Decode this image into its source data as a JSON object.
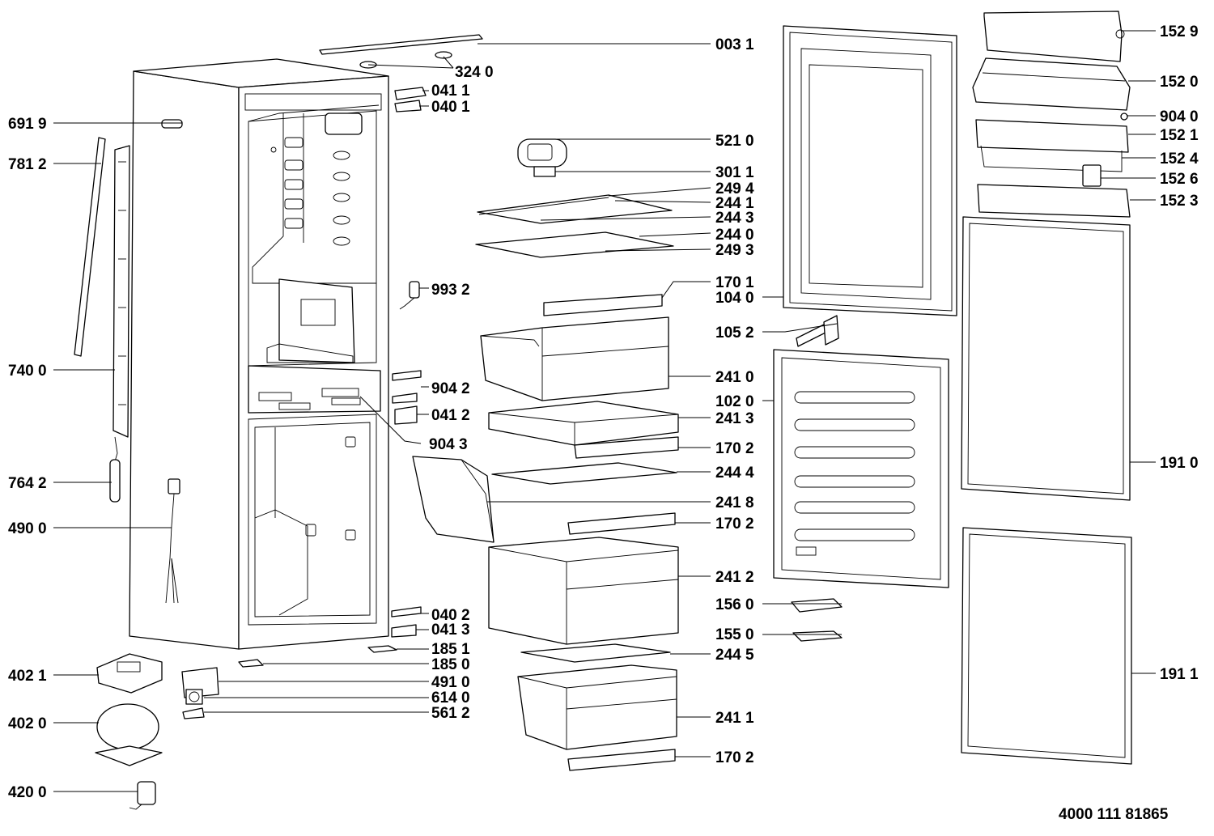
{
  "labels": [
    {
      "id": "l-0031",
      "text": "003 1"
    },
    {
      "id": "l-3240",
      "text": "324 0"
    },
    {
      "id": "l-0411",
      "text": "041 1"
    },
    {
      "id": "l-0401",
      "text": "040 1"
    },
    {
      "id": "l-6919",
      "text": "691 9"
    },
    {
      "id": "l-7812",
      "text": "781 2"
    },
    {
      "id": "l-7400",
      "text": "740 0"
    },
    {
      "id": "l-7642",
      "text": "764 2"
    },
    {
      "id": "l-4900",
      "text": "490 0"
    },
    {
      "id": "l-4021",
      "text": "402 1"
    },
    {
      "id": "l-4020",
      "text": "402 0"
    },
    {
      "id": "l-4200",
      "text": "420 0"
    },
    {
      "id": "l-5210",
      "text": "521 0"
    },
    {
      "id": "l-3011",
      "text": "301 1"
    },
    {
      "id": "l-2494",
      "text": "249 4"
    },
    {
      "id": "l-2441",
      "text": "244 1"
    },
    {
      "id": "l-2443",
      "text": "244 3"
    },
    {
      "id": "l-2440",
      "text": "244 0"
    },
    {
      "id": "l-2493",
      "text": "249 3"
    },
    {
      "id": "l-9932",
      "text": "993 2"
    },
    {
      "id": "l-1701",
      "text": "170 1"
    },
    {
      "id": "l-1040",
      "text": "104 0"
    },
    {
      "id": "l-1052",
      "text": "105 2"
    },
    {
      "id": "l-2410",
      "text": "241 0"
    },
    {
      "id": "l-9042",
      "text": "904 2"
    },
    {
      "id": "l-1020",
      "text": "102 0"
    },
    {
      "id": "l-0412",
      "text": "041 2"
    },
    {
      "id": "l-2413",
      "text": "241 3"
    },
    {
      "id": "l-9043",
      "text": "904 3"
    },
    {
      "id": "l-1702a",
      "text": "170 2"
    },
    {
      "id": "l-2444",
      "text": "244 4"
    },
    {
      "id": "l-2418",
      "text": "241 8"
    },
    {
      "id": "l-1702b",
      "text": "170 2"
    },
    {
      "id": "l-2412",
      "text": "241 2"
    },
    {
      "id": "l-1560",
      "text": "156 0"
    },
    {
      "id": "l-0402",
      "text": "040 2"
    },
    {
      "id": "l-0413",
      "text": "041 3"
    },
    {
      "id": "l-1550",
      "text": "155 0"
    },
    {
      "id": "l-1851",
      "text": "185 1"
    },
    {
      "id": "l-1850",
      "text": "185 0"
    },
    {
      "id": "l-2445",
      "text": "244 5"
    },
    {
      "id": "l-4910",
      "text": "491 0"
    },
    {
      "id": "l-6140",
      "text": "614 0"
    },
    {
      "id": "l-5612",
      "text": "561 2"
    },
    {
      "id": "l-2411",
      "text": "241 1"
    },
    {
      "id": "l-1702c",
      "text": "170 2"
    },
    {
      "id": "l-1529",
      "text": "152 9"
    },
    {
      "id": "l-1520",
      "text": "152 0"
    },
    {
      "id": "l-9040",
      "text": "904 0"
    },
    {
      "id": "l-1521",
      "text": "152 1"
    },
    {
      "id": "l-1524",
      "text": "152 4"
    },
    {
      "id": "l-1526",
      "text": "152 6"
    },
    {
      "id": "l-1523",
      "text": "152 3"
    },
    {
      "id": "l-1910",
      "text": "191 0"
    },
    {
      "id": "l-1911",
      "text": "191 1"
    }
  ],
  "document_number": "4000 111 81865"
}
